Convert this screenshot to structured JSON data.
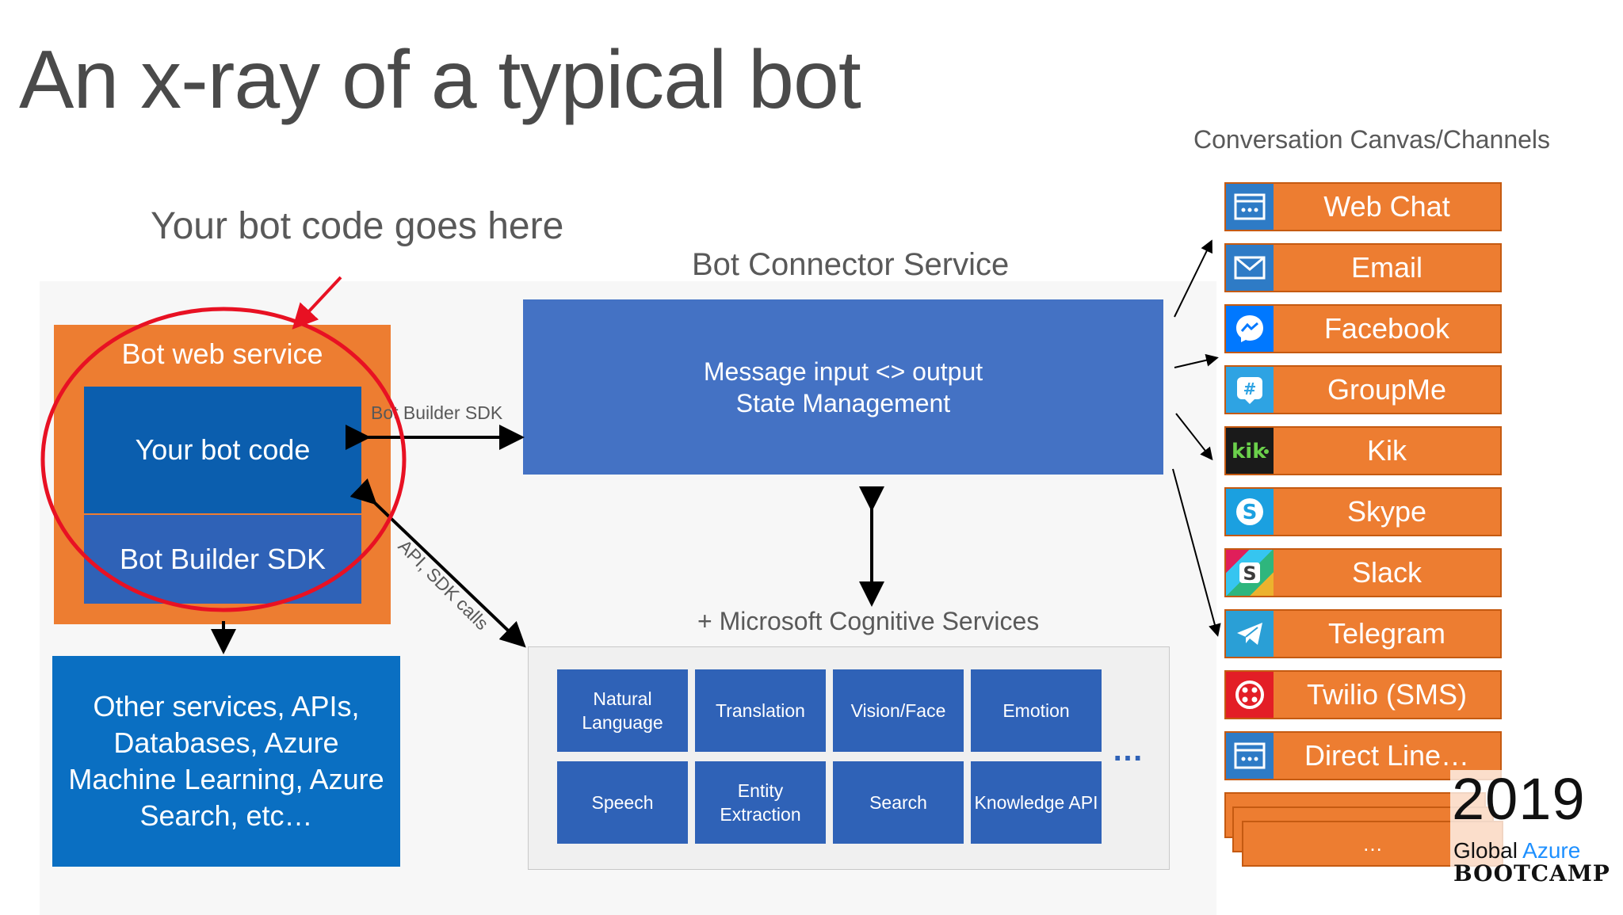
{
  "title": "An x-ray of a typical bot",
  "bot_code_heading": "Your bot code goes here",
  "connector_heading": "Bot Connector Service",
  "channels_heading": "Conversation Canvas/Channels",
  "bot_service": {
    "label": "Bot web service",
    "code_label": "Your bot code",
    "sdk_label": "Bot Builder SDK"
  },
  "other_services": "Other services, APIs, Databases, Azure Machine Learning, Azure Search, etc…",
  "arrow_labels": {
    "sdk": "Bot Builder SDK",
    "api": "API, SDK calls"
  },
  "connector": {
    "line1": "Message input <> output",
    "line2": "State Management"
  },
  "cognitive": {
    "heading": "+ Microsoft Cognitive Services",
    "tiles": [
      "Natural Language",
      "Translation",
      "Vision/Face",
      "Emotion",
      "Speech",
      "Entity Extraction",
      "Search",
      "Knowledge API"
    ],
    "more": "…"
  },
  "channels": [
    {
      "label": "Web Chat",
      "icon": "web-chat-icon",
      "icon_bg": "#2e7bc6"
    },
    {
      "label": "Email",
      "icon": "email-icon",
      "icon_bg": "#2e7bc6"
    },
    {
      "label": "Facebook",
      "icon": "facebook-messenger-icon",
      "icon_bg": "#0078ff"
    },
    {
      "label": "GroupMe",
      "icon": "groupme-icon",
      "icon_bg": "#2ea3e3"
    },
    {
      "label": "Kik",
      "icon": "kik-icon",
      "icon_bg": "#1a1a1a"
    },
    {
      "label": "Skype",
      "icon": "skype-icon",
      "icon_bg": "#1ba0e0"
    },
    {
      "label": "Slack",
      "icon": "slack-icon",
      "icon_bg": "#4a9e5c"
    },
    {
      "label": "Telegram",
      "icon": "telegram-icon",
      "icon_bg": "#2a9fd6"
    },
    {
      "label": "Twilio (SMS)",
      "icon": "twilio-icon",
      "icon_bg": "#e31e26"
    },
    {
      "label": "Direct Line…",
      "icon": "direct-line-icon",
      "icon_bg": "#2e7bc6"
    }
  ],
  "more_channels": "…",
  "badge": {
    "year": "2019",
    "global": "Global",
    "azure": "Azure",
    "bootcamp": "BOOTCAMP"
  },
  "colors": {
    "orange": "#ed7d31",
    "blue": "#4472c4",
    "dark_blue": "#0b5eae",
    "annotation_red": "#e81123"
  }
}
